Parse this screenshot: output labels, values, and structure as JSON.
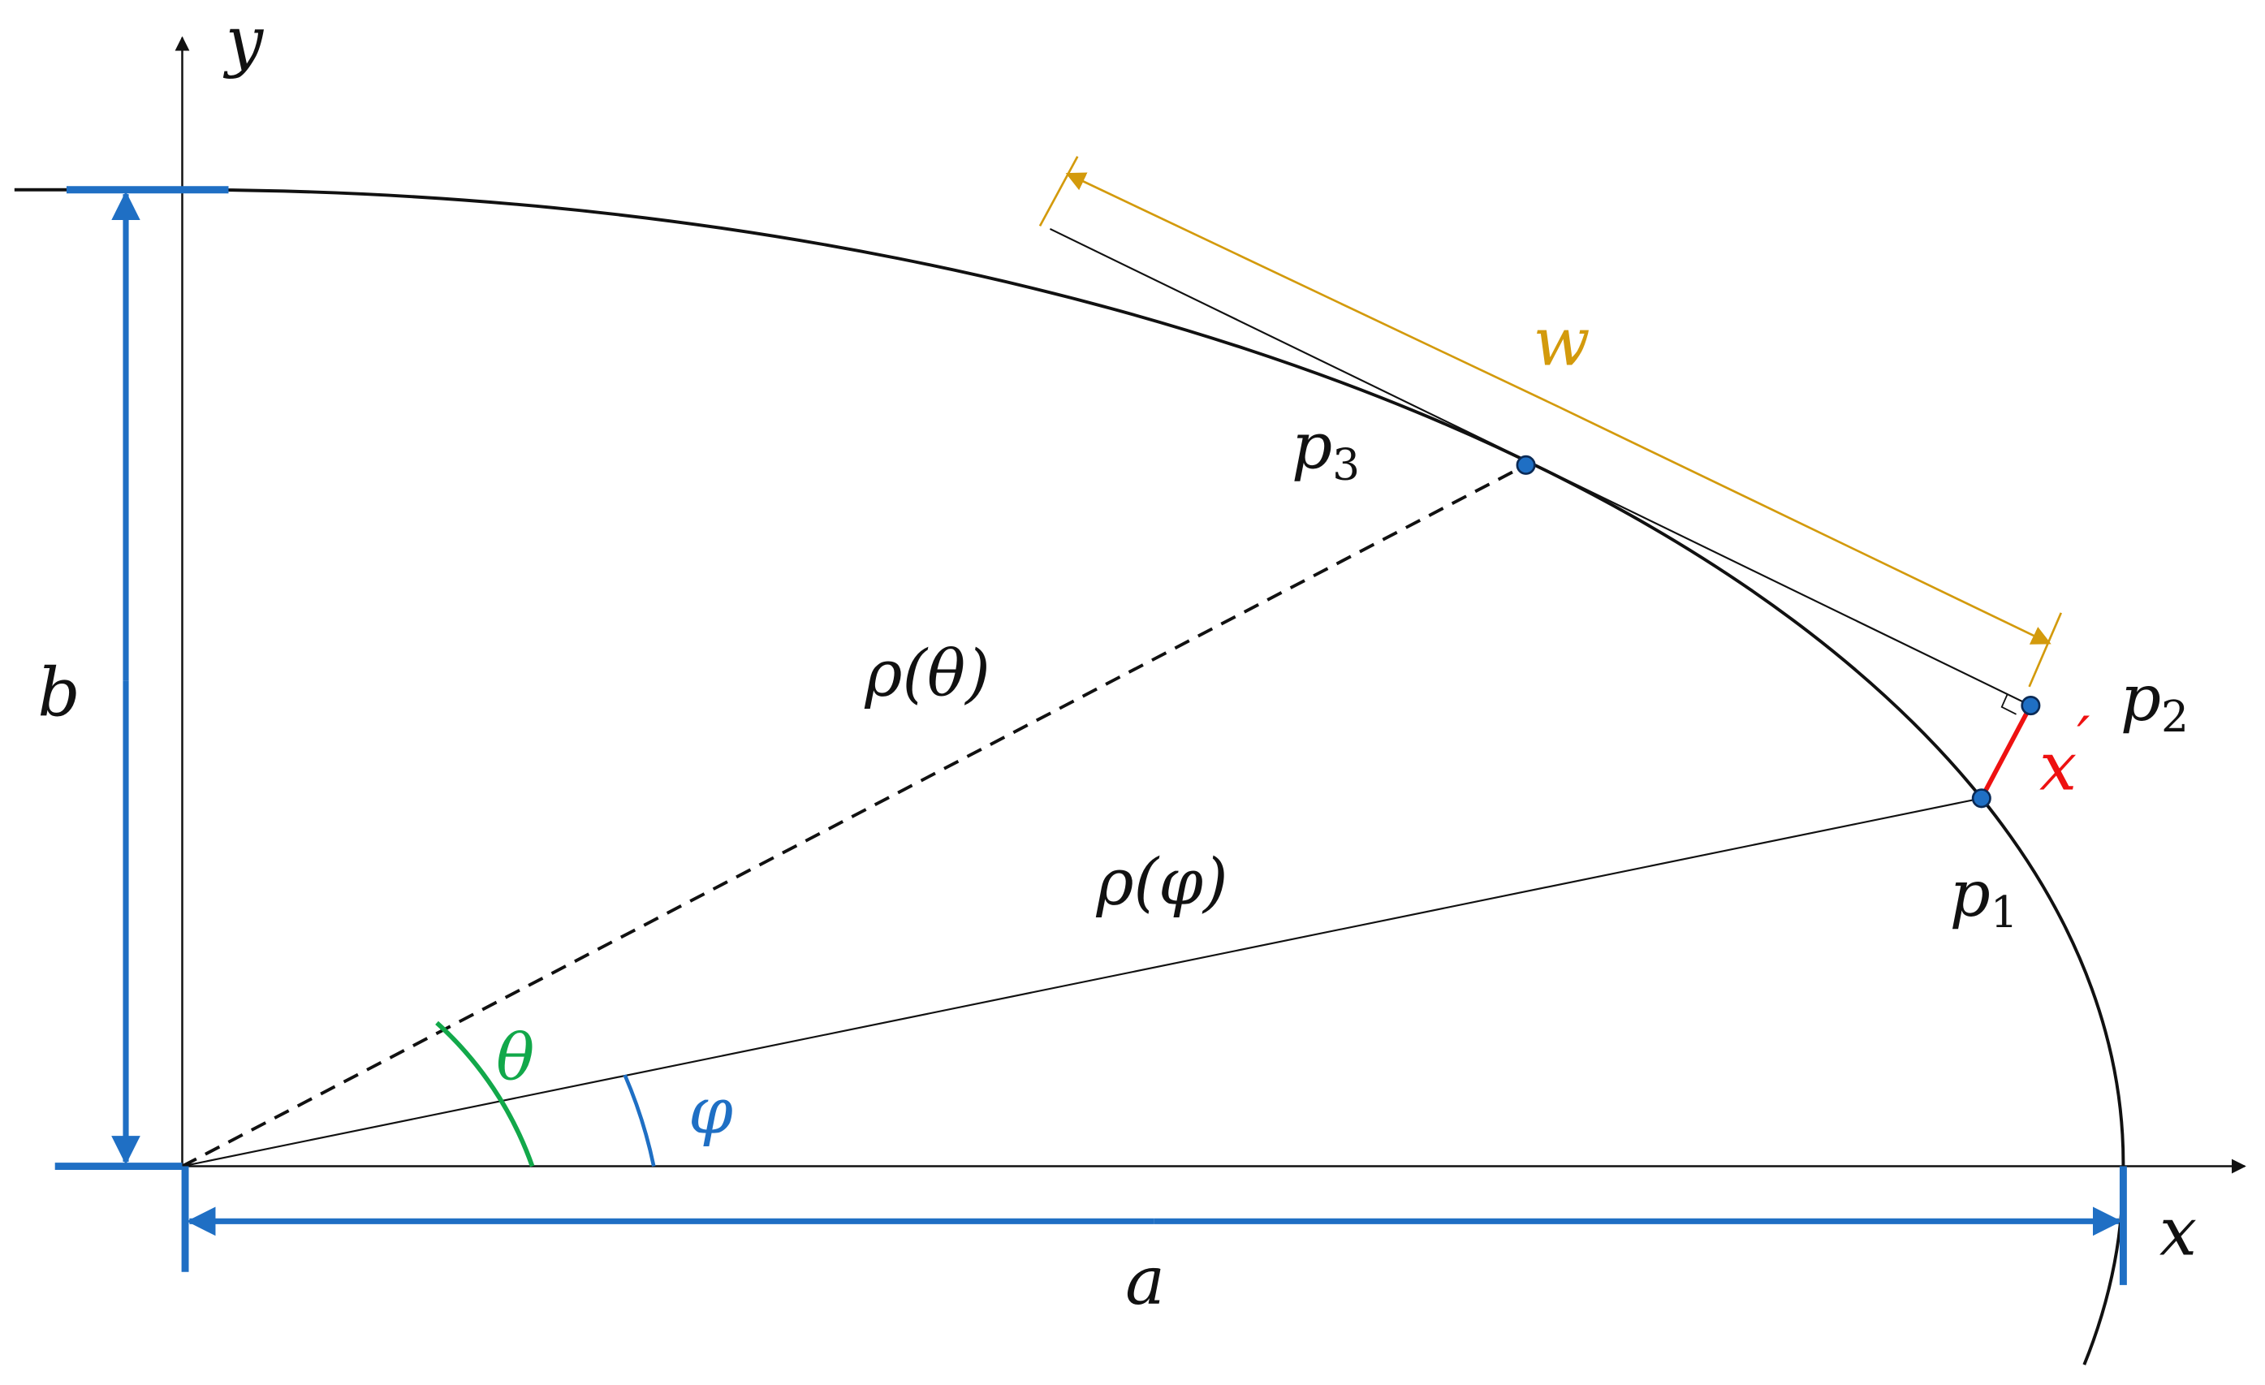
{
  "axes": {
    "x_label": "x",
    "y_label": "y"
  },
  "dimensions": {
    "a_label": "a",
    "b_label": "b",
    "w_label": "w"
  },
  "points": {
    "p1": {
      "letter": "p",
      "sub": "1"
    },
    "p2": {
      "letter": "p",
      "sub": "2"
    },
    "p3": {
      "letter": "p",
      "sub": "3"
    }
  },
  "radii": {
    "rho_theta": "ρ(θ)",
    "rho_phi": "ρ(φ)"
  },
  "angles": {
    "theta": "θ",
    "phi": "φ"
  },
  "offset": {
    "x_prime": "x",
    "prime": "′"
  },
  "colors": {
    "blue": "#1f6fc4",
    "green": "#12a84a",
    "gold": "#d39a0c",
    "red": "#ee1111",
    "black": "#111111"
  }
}
